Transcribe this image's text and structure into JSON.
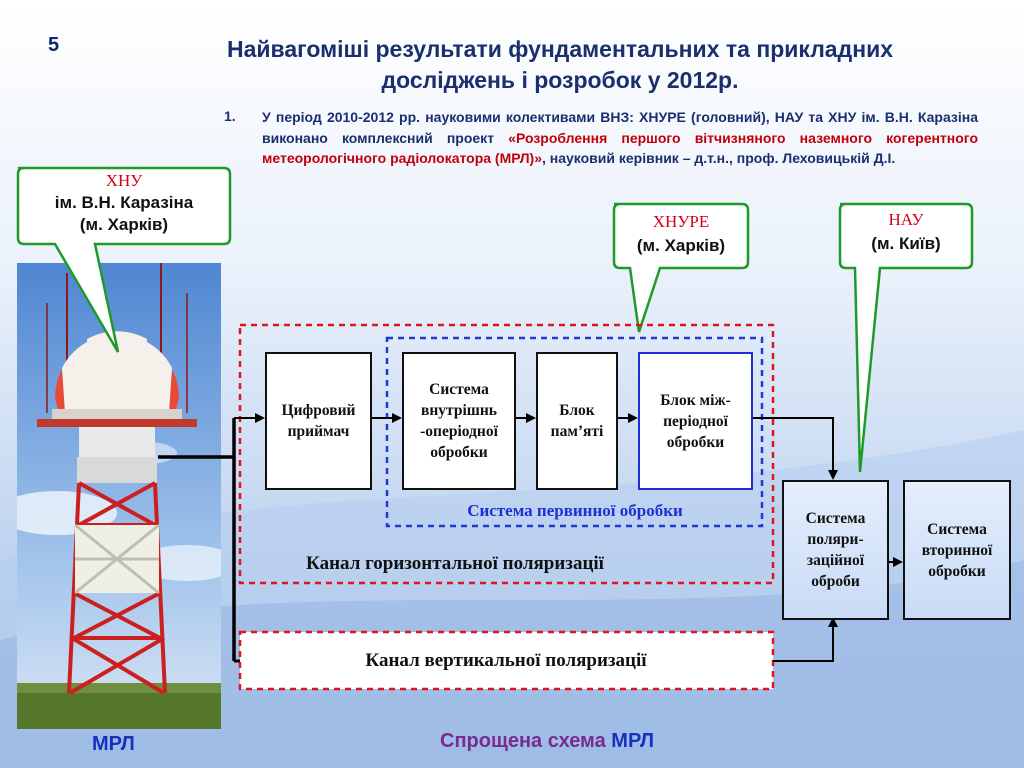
{
  "slide": {
    "number": "5",
    "title_line1": "Найвагоміші результати  фундаментальних та прикладних",
    "title_line2": "досліджень і розробок у 2012р."
  },
  "item": {
    "number": "1.",
    "text_before": "У період 2010-2012 рр. науковими колективами ВНЗ: ХНУРЕ (головний), НАУ та ХНУ ім. В.Н. Каразіна виконано комплексний проект ",
    "project_name": "«Розроблення першого вітчизняного наземного когерентного метеорологічного радіолокатора (МРЛ)»",
    "text_after": ", науковий керівник – д.т.н., проф. Леховицькій Д.І."
  },
  "callouts": {
    "khnu": {
      "org": "ХНУ",
      "line2": "ім. В.Н. Каразіна",
      "line3": "(м. Харків)"
    },
    "khnure": {
      "org": "ХНУРЕ",
      "line2": "(м. Харків)"
    },
    "nau": {
      "org": "НАУ",
      "line2": "(м. Київ)"
    }
  },
  "blocks": {
    "digital_receiver": {
      "line1": "Цифровий",
      "line2": "приймач"
    },
    "intra_period": {
      "line1": "Система",
      "line2": "внутрішнь",
      "line3": "-оперіодної",
      "line4": "обробки"
    },
    "memory": {
      "line1": "Блок",
      "line2": "пам’яті"
    },
    "inter_period": {
      "line1": "Блок між-",
      "line2": "періодної",
      "line3": "обробки"
    },
    "polarization": {
      "line1": "Система",
      "line2": "поляри-",
      "line3": "заційної",
      "line4": "оброби"
    },
    "secondary": {
      "line1": "Система",
      "line2": "вторинної",
      "line3": "обробки"
    }
  },
  "labels": {
    "primary_system": "Система первинної обробки",
    "horizontal_channel": "Канал горизонтальної поляризації",
    "vertical_channel": "Канал вертикальної поляризації",
    "mrl": "МРЛ",
    "scheme_prefix": "Спрощена схема",
    "scheme_suffix": "МРЛ"
  },
  "colors": {
    "title": "#1a2f6e",
    "highlight": "#c0000c",
    "callout_border": "#1f9a2a",
    "red_dashed": "#e0141c",
    "blue_dashed": "#1f3ad0",
    "caption_blue": "#1630c0",
    "caption_purple": "#7a2b8f",
    "block_fill_light": "#d6e4fa"
  }
}
